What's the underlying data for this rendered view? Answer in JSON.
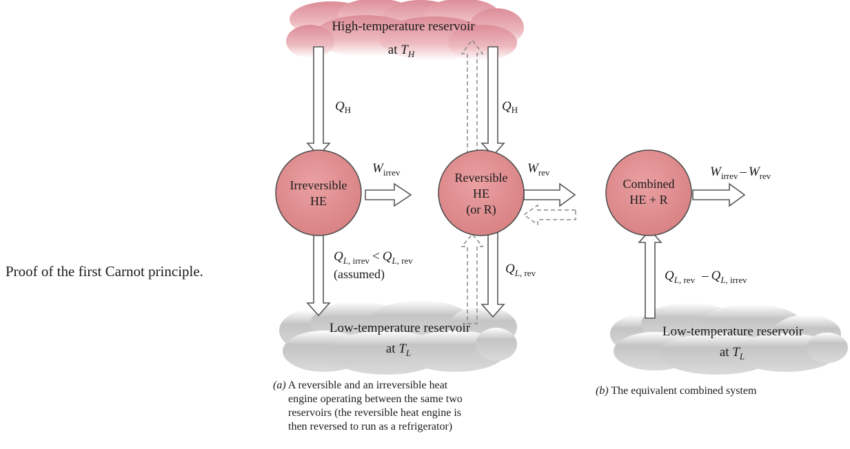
{
  "side_caption": "Proof of the first Carnot principle.",
  "high_reservoir": {
    "line1": "High-temperature reservoir",
    "at": "at",
    "symbol": "T",
    "subscript": "H"
  },
  "low_reservoir_a": {
    "line1": "Low-temperature reservoir",
    "at": "at",
    "symbol": "T",
    "subscript": "L"
  },
  "low_reservoir_b": {
    "line1": "Low-temperature reservoir",
    "at": "at",
    "symbol": "T",
    "subscript": "L"
  },
  "engine_irrev": {
    "line1": "Irreversible",
    "line2": "HE"
  },
  "engine_rev": {
    "line1": "Reversible",
    "line2": "HE",
    "line3": "(or R)"
  },
  "engine_combined": {
    "line1": "Combined",
    "line2": "HE + R"
  },
  "labels": {
    "qh_left": {
      "symbol": "Q",
      "sub": "H"
    },
    "qh_right": {
      "symbol": "Q",
      "sub": "H"
    },
    "w_irrev": {
      "symbol": "W",
      "sub": "irrev"
    },
    "w_rev": {
      "symbol": "W",
      "sub": "rev"
    },
    "ql_irrev_cmp": {
      "symbol": "Q",
      "sub_i": "L",
      "sub": ", irrev",
      "op": "<",
      "symbol2": "Q",
      "sub2_i": "L",
      "sub2": ", rev"
    },
    "assumed": "(assumed)",
    "ql_rev": {
      "symbol": "Q",
      "sub_i": "L",
      "sub": ", rev"
    },
    "w_net": {
      "symbol": "W",
      "sub": "irrev",
      "op": "–",
      "symbol2": "W",
      "sub2": "rev"
    },
    "ql_net": {
      "symbol": "Q",
      "sub_i": "L",
      "sub": ", rev",
      "op": "–",
      "symbol2": "Q",
      "sub2_i": "L",
      "sub2": ", irrev"
    }
  },
  "caption_a": {
    "tag": "(a)",
    "line1": "A reversible and an irreversible heat",
    "line2": "engine operating between the same two",
    "line3": "reservoirs (the reversible heat engine is",
    "line4": "then reversed to run as a refrigerator)"
  },
  "caption_b": {
    "tag": "(b)",
    "text": "The equivalent combined system"
  },
  "colors": {
    "engine_fill": "#e08a8c",
    "engine_stroke": "#4a4a4a",
    "hot_cloud": "#e7a3ab",
    "cold_cloud": "#c9c9c9",
    "arrow": "#555555"
  }
}
